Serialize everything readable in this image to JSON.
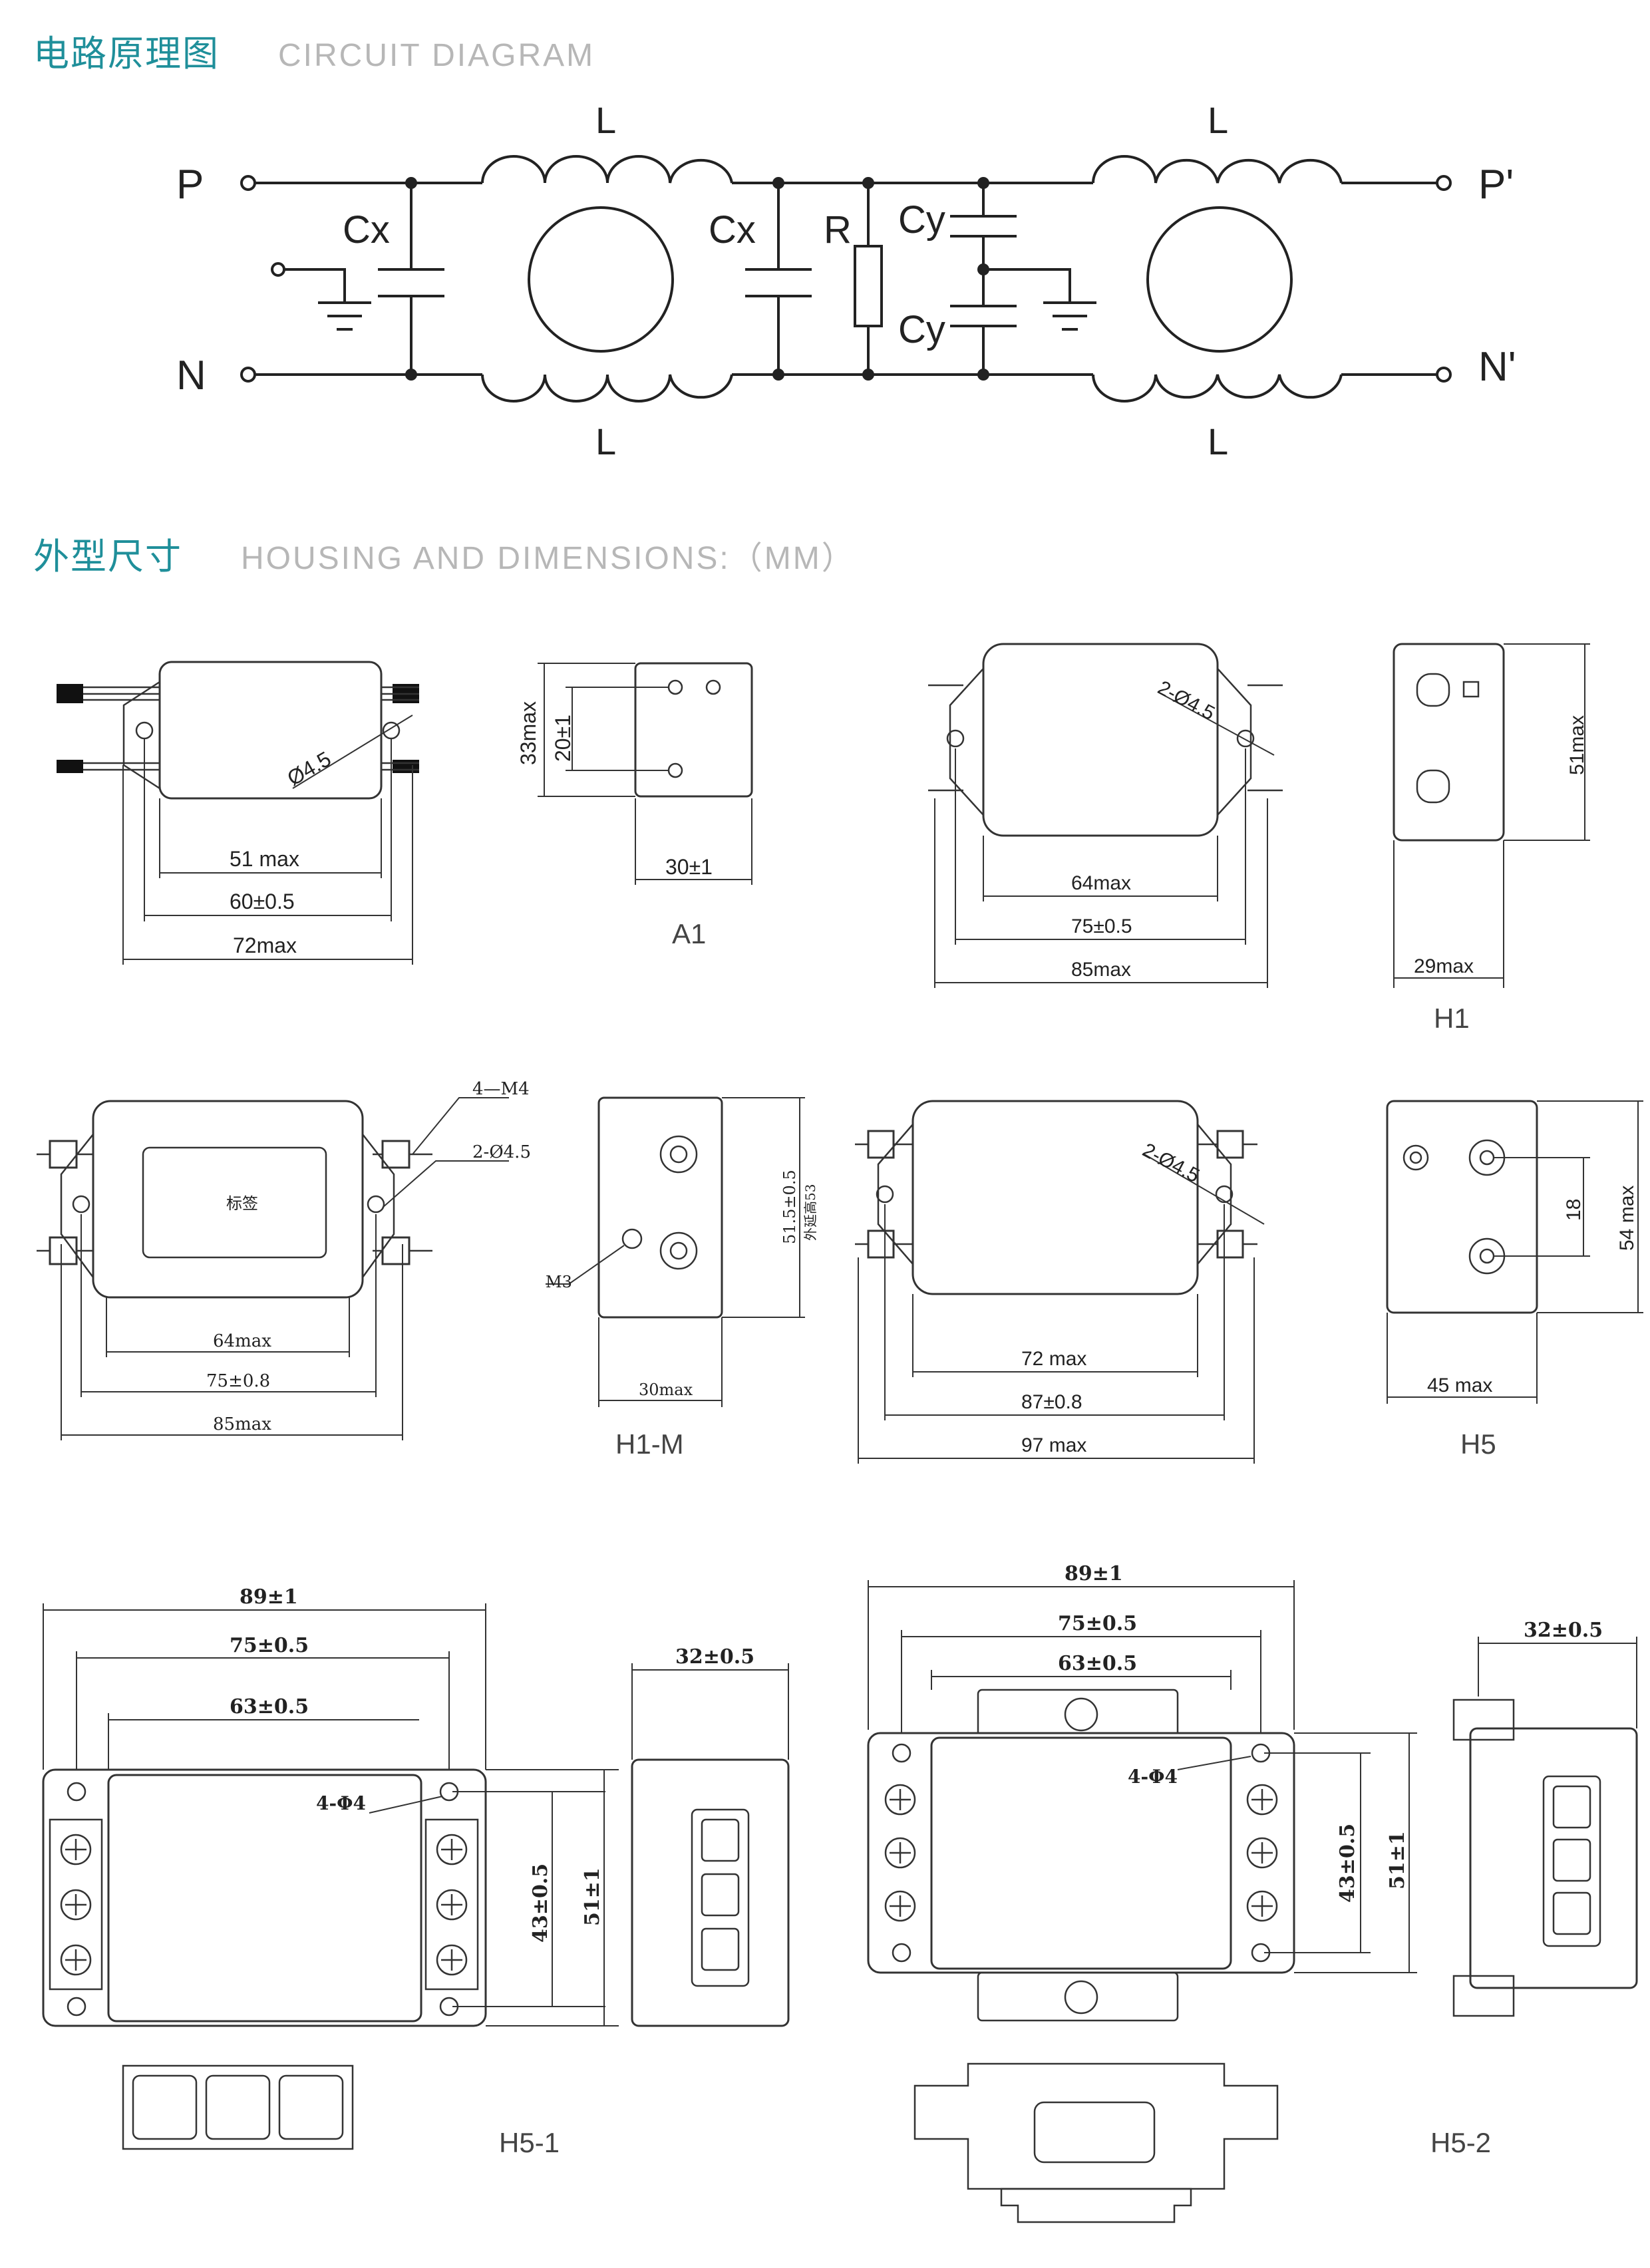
{
  "sections": {
    "circuit": {
      "title_cn": "电路原理图",
      "title_en": "CIRCUIT DIAGRAM"
    },
    "housing": {
      "title_cn": "外型尺寸",
      "title_en": "HOUSING AND DIMENSIONS:（MM）"
    }
  },
  "circuit": {
    "labels": {
      "P": "P",
      "N": "N",
      "P_out": "P'",
      "N_out": "N'",
      "L": "L",
      "Cx": "Cx",
      "R": "R",
      "Cy": "Cy"
    }
  },
  "drawings": {
    "A1": {
      "caption": "A1",
      "d1": "51 max",
      "d2": "60±0.5",
      "d3": "72max",
      "hole": "Ø4.5",
      "h": "33max",
      "h2": "20±1",
      "w": "30±1"
    },
    "H1": {
      "caption": "H1",
      "d1": "64max",
      "d2": "75±0.5",
      "d3": "85max",
      "hole": "2-Ø4.5",
      "h": "51max",
      "w": "29max"
    },
    "H1M": {
      "caption": "H1-M",
      "d1": "64max",
      "d2": "75±0.8",
      "d3": "85max",
      "screw": "4—M4",
      "hole": "2-Ø4.5",
      "label": "标签",
      "h": "51.5±0.5",
      "h_note": "外延高53",
      "m3": "M3",
      "w": "30max"
    },
    "H5": {
      "caption": "H5",
      "d1": "72 max",
      "d2": "87±0.8",
      "d3": "97 max",
      "hole": "2-Ø4.5",
      "h": "54 max",
      "h2": "18",
      "w": "45 max"
    },
    "H51": {
      "caption": "H5-1",
      "d1": "89±1",
      "d2": "75±0.5",
      "d3": "63±0.5",
      "hole": "4-Φ4",
      "h1": "43±0.5",
      "h2": "51±1",
      "w": "32±0.5"
    },
    "H52": {
      "caption": "H5-2",
      "d1": "89±1",
      "d2": "75±0.5",
      "d3": "63±0.5",
      "hole": "4-Φ4",
      "h1": "43±0.5",
      "h2": "51±1",
      "w": "32±0.5"
    }
  }
}
